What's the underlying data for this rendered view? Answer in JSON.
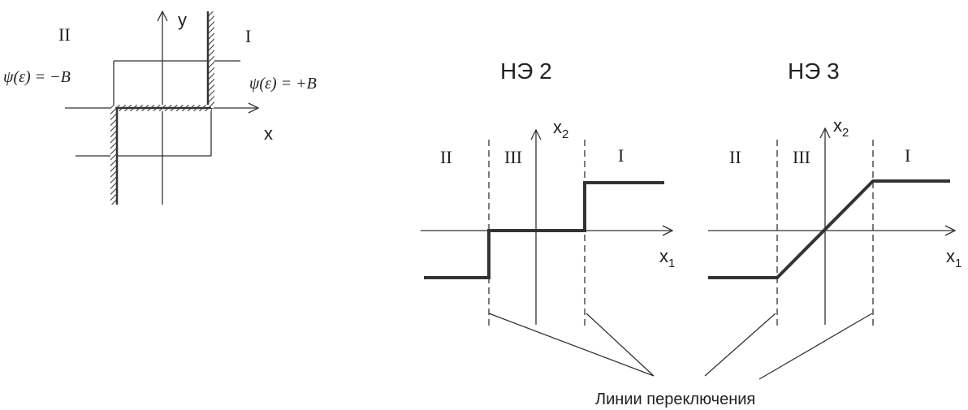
{
  "left_diagram": {
    "region_left": "II",
    "region_right": "I",
    "axis_x": "x",
    "axis_y": "y",
    "psi_left": "ψ(ε) = −B",
    "psi_right": "ψ(ε) = +B"
  },
  "ne2": {
    "title": "НЭ 2",
    "region_left": "II",
    "region_mid": "III",
    "region_right": "I",
    "axis_x_base": "x",
    "axis_x_sub": "1",
    "axis_y_base": "x",
    "axis_y_sub": "2"
  },
  "ne3": {
    "title": "НЭ 3",
    "region_left": "II",
    "region_mid": "III",
    "region_right": "I",
    "axis_x_base": "x",
    "axis_x_sub": "1",
    "axis_y_base": "x",
    "axis_y_sub": "2"
  },
  "caption": "Линии переключения",
  "colors": {
    "ink": "#333333",
    "background": "#ffffff"
  }
}
